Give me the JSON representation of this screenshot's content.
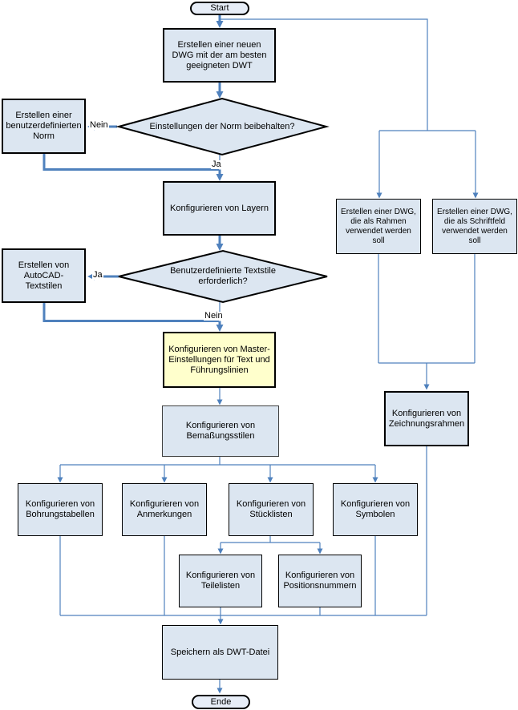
{
  "flowchart": {
    "nodes": {
      "start": "Start",
      "create_dwg": "Erstellen einer neuen DWG mit der am besten geeigneten DWT",
      "norm_decision": "Einstellungen der Norm beibehalten?",
      "custom_norm": "Erstellen einer benutzerdefinierten Norm",
      "layers": "Konfigurieren von Layern",
      "textstyle_decision": "Benutzerdefinierte Textstile erforderlich?",
      "autocad_textstyles": "Erstellen von AutoCAD-Textstilen",
      "master_settings": "Konfigurieren von Master-Einstellungen für Text und Führungslinien",
      "dimension_styles": "Konfigurieren von Bemaßungsstilen",
      "hole_tables": "Konfigurieren von Bohrungstabellen",
      "annotations": "Konfigurieren von Anmerkungen",
      "parts_lists": "Konfigurieren von Stücklisten",
      "symbols": "Konfigurieren von Symbolen",
      "part_lists": "Konfigurieren von Teilelisten",
      "balloons": "Konfigurieren von Positionsnummern",
      "save_dwt": "Speichern als DWT-Datei",
      "end": "Ende",
      "frame_dwg": "Erstellen einer DWG, die als Rahmen verwendet werden soll",
      "titleblock_dwg": "Erstellen einer DWG, die als Schriftfeld verwendet werden soll",
      "drawing_borders": "Konfigurieren von Zeichnungsrahmen"
    },
    "labels": {
      "yes": "Ja",
      "no": "Nein"
    },
    "colors": {
      "line": "#4f81bd",
      "node_fill": "#dce6f1",
      "highlight_fill": "#ffffcc",
      "border": "#000000"
    }
  }
}
